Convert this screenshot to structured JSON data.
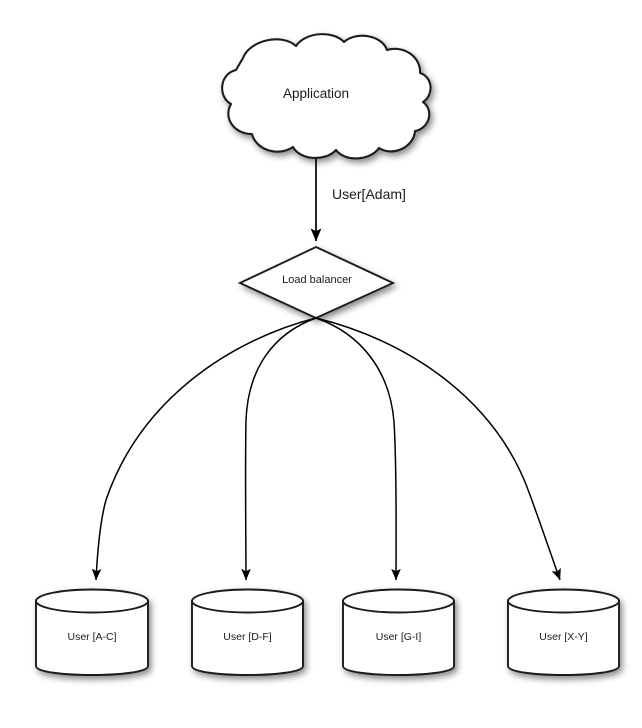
{
  "diagram": {
    "background_color": "#ffffff",
    "stroke_color": "#000000",
    "fill_color": "#ffffff",
    "text_color": "#1a1a20",
    "cloud": {
      "label": "Application",
      "shape": "cloud-shape"
    },
    "edge_main": {
      "label": "User[Adam]",
      "from": "Application",
      "to": "Load balancer",
      "arrow": "arrow-down"
    },
    "diamond": {
      "label": "Load balancer",
      "shape": "diamond-shape"
    },
    "databases": [
      {
        "label": "User [A-C]",
        "shape": "cylinder-shape"
      },
      {
        "label": "User [D-F]",
        "shape": "cylinder-shape"
      },
      {
        "label": "User [G-I]",
        "shape": "cylinder-shape"
      },
      {
        "label": "User [X-Y]",
        "shape": "cylinder-shape"
      }
    ],
    "fanout_edges": [
      {
        "to": "User [A-C]",
        "arrow": "arrow-down"
      },
      {
        "to": "User [D-F]",
        "arrow": "arrow-down"
      },
      {
        "to": "User [G-I]",
        "arrow": "arrow-down"
      },
      {
        "to": "User [X-Y]",
        "arrow": "arrow-down"
      }
    ]
  }
}
